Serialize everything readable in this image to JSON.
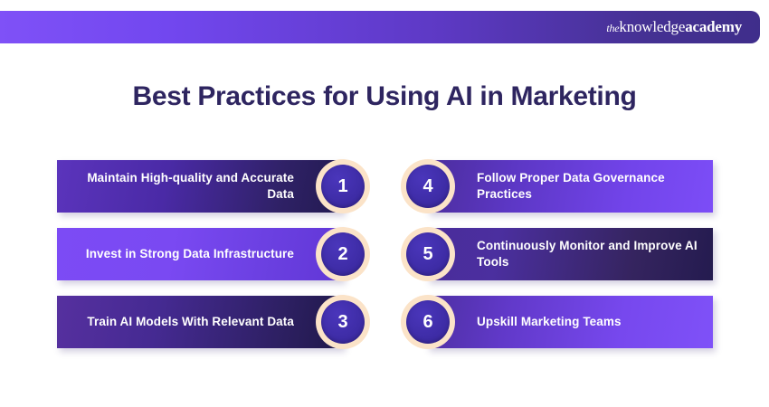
{
  "header": {
    "logo": {
      "the": "the",
      "knowledge": "knowledge",
      "academy": "academy",
      "full_text": "theknowledgeacademy"
    },
    "gradient_start": "#7f51f7",
    "gradient_end": "#3f2e8b"
  },
  "title": "Best Practices for Using AI in Marketing",
  "title_color": "#2e2560",
  "colors": {
    "badge_ring": "#fbe3c8",
    "badge_fill": "#3f2da8",
    "text": "#ffffff",
    "background": "#ffffff"
  },
  "items": [
    {
      "number": "1",
      "label": "Maintain High-quality and Accurate Data",
      "column": "left",
      "row": 1
    },
    {
      "number": "2",
      "label": "Invest in Strong Data Infrastructure",
      "column": "left",
      "row": 2
    },
    {
      "number": "3",
      "label": "Train AI Models With Relevant Data",
      "column": "left",
      "row": 3
    },
    {
      "number": "4",
      "label": "Follow Proper Data Governance Practices",
      "column": "right",
      "row": 1
    },
    {
      "number": "5",
      "label": "Continuously Monitor and Improve AI Tools",
      "column": "right",
      "row": 2
    },
    {
      "number": "6",
      "label": "Upskill Marketing Teams",
      "column": "right",
      "row": 3
    }
  ]
}
